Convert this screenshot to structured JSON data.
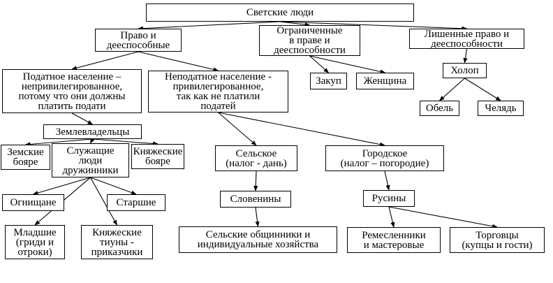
{
  "nodes": [
    {
      "id": "svetskie",
      "label": "Светские люди"
    },
    {
      "id": "pravo",
      "label": "Право и\nдееспособные"
    },
    {
      "id": "ogran",
      "label": "Ограниченные\nв праве и\nдееспособности"
    },
    {
      "id": "lishen",
      "label": "Лишенные право и\nдееспособности"
    },
    {
      "id": "podatnoe",
      "label": "Податное население –\nнепривилегированное,\nпотому что они должны\nплатить подати"
    },
    {
      "id": "nepodatnoe",
      "label": "Неподатное население -\nпривилегированное,\nтак как не платили\nподатей"
    },
    {
      "id": "zakup",
      "label": "Закуп"
    },
    {
      "id": "zhenshchina",
      "label": "Женщина"
    },
    {
      "id": "holop",
      "label": "Холоп"
    },
    {
      "id": "obel",
      "label": "Обель"
    },
    {
      "id": "chelyad",
      "label": "Челядь"
    },
    {
      "id": "zemlevl",
      "label": "Землевладельцы"
    },
    {
      "id": "zemskie",
      "label": "Земские\nбояре"
    },
    {
      "id": "sluzhashchie",
      "label": "Служащие\nлюди\nдружинники"
    },
    {
      "id": "knyazheskie_boyare",
      "label": "Княжеские\nбояре"
    },
    {
      "id": "selskoe",
      "label": "Сельское\n(налог - дань)"
    },
    {
      "id": "gorodskoe",
      "label": "Городское\n(налог – погородие)"
    },
    {
      "id": "ognishchane",
      "label": "Огнищане"
    },
    {
      "id": "starshie",
      "label": "Старшие"
    },
    {
      "id": "sloveniny",
      "label": "Словенины"
    },
    {
      "id": "rusiny",
      "label": "Русины"
    },
    {
      "id": "mladshie",
      "label": "Младшие\n(гриди и\nотроки)"
    },
    {
      "id": "tiuny",
      "label": "Княжеские\nтиуны -\nприказчики"
    },
    {
      "id": "obshchinniki",
      "label": "Сельские общинники и\nиндивидуальные хозяйства"
    },
    {
      "id": "remeslenniki",
      "label": "Ремесленники\nи мастеровые"
    },
    {
      "id": "torgovtsy",
      "label": "Торговцы\n(купцы и гости)"
    }
  ],
  "edges": [
    {
      "from": "svetskie",
      "to": "pravo"
    },
    {
      "from": "svetskie",
      "to": "ogran"
    },
    {
      "from": "svetskie",
      "to": "lishen"
    },
    {
      "from": "pravo",
      "to": "podatnoe"
    },
    {
      "from": "pravo",
      "to": "nepodatnoe"
    },
    {
      "from": "ogran",
      "to": "zakup"
    },
    {
      "from": "ogran",
      "to": "zhenshchina"
    },
    {
      "from": "lishen",
      "to": "holop"
    },
    {
      "from": "holop",
      "to": "obel"
    },
    {
      "from": "holop",
      "to": "chelyad"
    },
    {
      "from": "podatnoe",
      "to": "zemlevl"
    },
    {
      "from": "zemlevl",
      "to": "zemskie"
    },
    {
      "from": "zemlevl",
      "to": "sluzhashchie"
    },
    {
      "from": "zemlevl",
      "to": "knyazheskie_boyare"
    },
    {
      "from": "nepodatnoe",
      "to": "selskoe"
    },
    {
      "from": "nepodatnoe",
      "to": "gorodskoe"
    },
    {
      "from": "sluzhashchie",
      "to": "ognishchane"
    },
    {
      "from": "sluzhashchie",
      "to": "starshie"
    },
    {
      "from": "sluzhashchie",
      "to": "mladshie"
    },
    {
      "from": "sluzhashchie",
      "to": "tiuny"
    },
    {
      "from": "selskoe",
      "to": "sloveniny"
    },
    {
      "from": "sloveniny",
      "to": "obshchinniki"
    },
    {
      "from": "gorodskoe",
      "to": "rusiny"
    },
    {
      "from": "rusiny",
      "to": "remeslenniki"
    },
    {
      "from": "rusiny",
      "to": "torgovtsy"
    }
  ]
}
